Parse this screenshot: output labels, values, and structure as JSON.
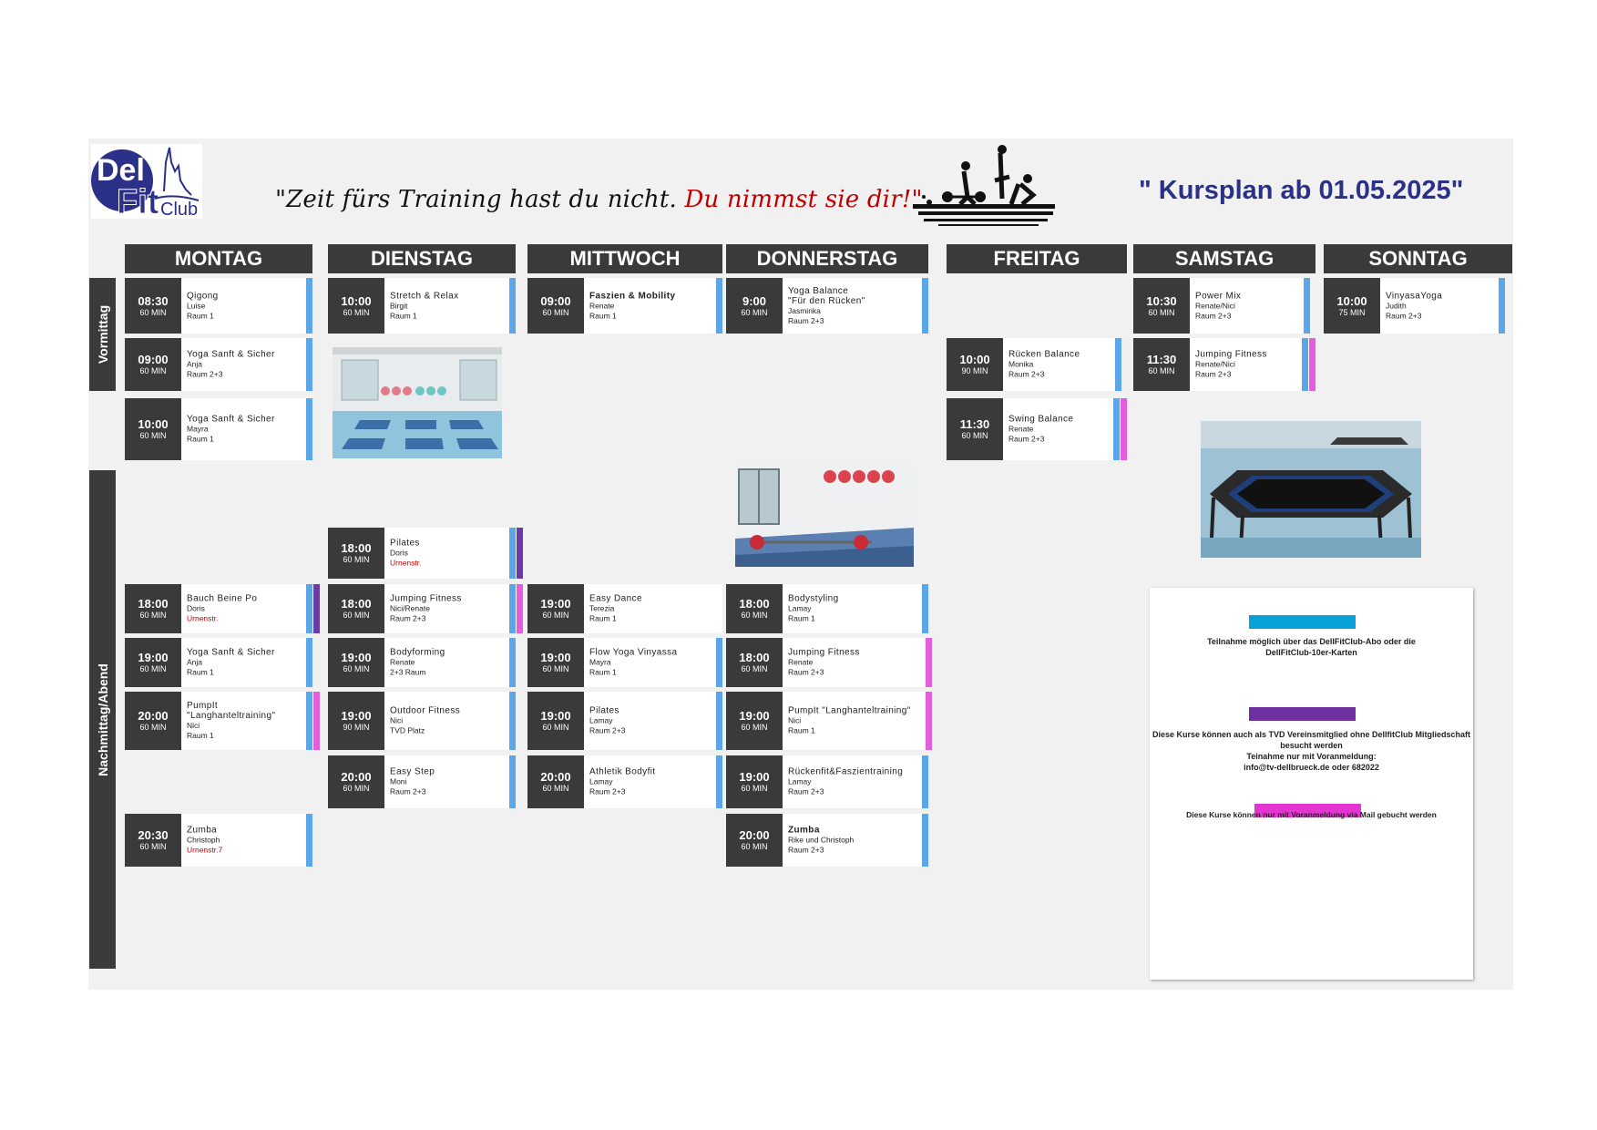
{
  "header": {
    "logo_text": "Dell Fit Club",
    "slogan_part1": "\"Zeit fürs Training hast du nicht. ",
    "slogan_part2": "Du nimmst sie dir!\"",
    "title": "\" Kursplan ab 01.05.2025\""
  },
  "days": [
    "MONTAG",
    "DIENSTAG",
    "MITTWOCH",
    "DONNERSTAG",
    "FREITAG",
    "SAMSTAG",
    "SONNTAG"
  ],
  "sections": {
    "morning": "Vormittag",
    "afternoon": "Nachmittag/Abend"
  },
  "courses": {
    "mo1": {
      "time": "08:30",
      "dur": "60 MIN",
      "name": "Qigong",
      "trainer": "Luise",
      "room": " Raum 1"
    },
    "mo2": {
      "time": "09:00",
      "dur": "60 MIN",
      "name": "Yoga Sanft & Sicher",
      "trainer": "Anja",
      "room": "Raum 2+3"
    },
    "mo3": {
      "time": "10:00",
      "dur": "60 MIN",
      "name": "Yoga Sanft & Sicher",
      "trainer": "Mayra",
      "room": "Raum 1"
    },
    "mo4": {
      "time": "18:00",
      "dur": "60 MIN",
      "name": "Bauch Beine Po",
      "trainer": "Doris",
      "room": "Urnenstr."
    },
    "mo5": {
      "time": "19:00",
      "dur": "60 MIN",
      "name": "Yoga Sanft & Sicher",
      "trainer": "Anja",
      "room": "Raum 1"
    },
    "mo6": {
      "time": "20:00",
      "dur": "60 MIN",
      "name": "PumpIt",
      "name2": "\"Langhanteltraining\"",
      "trainer": "Nici",
      "room": "Raum 1"
    },
    "mo7": {
      "time": "20:30",
      "dur": "60 MIN",
      "name": "Zumba",
      "trainer": "Christoph",
      "room": "Urnenstr.7"
    },
    "di1": {
      "time": "10:00",
      "dur": "60 MIN",
      "name": "Stretch & Relax",
      "trainer": "Birgit",
      "room": "Raum 1"
    },
    "di2": {
      "time": "18:00",
      "dur": "60 MIN",
      "name": "Pilates",
      "trainer": "Doris",
      "room": "Urnenstr."
    },
    "di3": {
      "time": "18:00",
      "dur": "60 MIN",
      "name": "Jumping Fitness",
      "trainer": "Nici/Renate",
      "room": " Raum 2+3"
    },
    "di4": {
      "time": "19:00",
      "dur": "60 MIN",
      "name": "Bodyforming",
      "trainer": "Renate",
      "room": " 2+3 Raum"
    },
    "di5": {
      "time": "19:00",
      "dur": "90 MIN",
      "name": "Outdoor Fitness",
      "trainer": "Nici",
      "room": "TVD Platz"
    },
    "di6": {
      "time": "20:00",
      "dur": "60 MIN",
      "name": "Easy Step",
      "trainer": "Moni",
      "room": "Raum 2+3"
    },
    "mi1": {
      "time": "09:00",
      "dur": "60 MIN",
      "name": "Faszien & Mobility",
      "trainer": "Renate",
      "room": "Raum 1"
    },
    "mi2": {
      "time": "19:00",
      "dur": "60 MIN",
      "name": "Easy Dance",
      "trainer": "Terezia",
      "room": "Raum 1"
    },
    "mi3": {
      "time": "19:00",
      "dur": "60 MIN",
      "name": "Flow Yoga Vinyassa",
      "trainer": "Mayra",
      "room": "Raum 1"
    },
    "mi4": {
      "time": "19:00",
      "dur": "60 MIN",
      "name": "Pilates",
      "trainer": "Lamay",
      "room": "Raum 2+3"
    },
    "mi5": {
      "time": "20:00",
      "dur": "60 MIN",
      "name": "Athletik Bodyfit",
      "trainer": "Lamay",
      "room": "Raum 2+3"
    },
    "do1": {
      "time": "9:00",
      "dur": "60 MIN",
      "name": "Yoga Balance",
      "name2": "\"Für den Rücken\"",
      "trainer": "Jasminka",
      "room": "Raum 2+3"
    },
    "do2": {
      "time": "18:00",
      "dur": "60 MIN",
      "name": "Bodystyling",
      "trainer": "Lamay",
      "room": "Raum 1"
    },
    "do3": {
      "time": "18:00",
      "dur": "60 MIN",
      "name": "Jumping Fitness",
      "trainer": "Renate",
      "room": "Raum 2+3"
    },
    "do4": {
      "time": "19:00",
      "dur": "60 MIN",
      "name": "PumpIt \"Langhanteltraining\"",
      "trainer": "Nici",
      "room": "Raum 1"
    },
    "do5": {
      "time": "19:00",
      "dur": "60 MIN",
      "name": "Rückenfit&Faszientraining",
      "trainer": "Lamay",
      "room": "Raum 2+3"
    },
    "do6": {
      "time": "20:00",
      "dur": "60 MIN",
      "name": "Zumba",
      "trainer": "Rike und Christoph",
      "room": "Raum 2+3"
    },
    "fr1": {
      "time": "10:00",
      "dur": "90 MIN",
      "name": "Rücken Balance",
      "trainer": "Monika",
      "room": "Raum 2+3"
    },
    "fr2": {
      "time": "11:30",
      "dur": "60 MIN",
      "name": "Swing Balance",
      "trainer": "Renate",
      "room": "Raum 2+3"
    },
    "sa1": {
      "time": "10:30",
      "dur": "60 MIN",
      "name": "Power Mix",
      "trainer": "Renate/Nici",
      "room": "Raum 2+3"
    },
    "sa2": {
      "time": "11:30",
      "dur": "60 MIN",
      "name": "Jumping Fitness",
      "trainer": "Renate/Nici",
      "room": "Raum 2+3"
    },
    "so1": {
      "time": "10:00",
      "dur": "75 MIN",
      "name": "VinyasaYoga",
      "trainer": "Judith",
      "room": "Raum 2+3"
    }
  },
  "legend": {
    "blue_text1": "Teilnahme möglich über das DellFitClub-Abo oder die",
    "blue_text2": "DellFitClub-10er-Karten",
    "purple_text1": "Diese Kurse können auch als TVD Vereinsmitglied ohne DellfitClub Mitgliedschaft",
    "purple_text2": "besucht werden",
    "purple_text3": "Teinahme nur mit Voranmeldung:",
    "purple_text4": "info@tv-dellbrueck.de oder 682022",
    "pink_text": "Diese Kurse können nur mit Voranmeldung via Mail gebucht werden",
    "colors": {
      "blue": "#0aa0d8",
      "purple": "#7030a0",
      "pink": "#e535d0"
    }
  },
  "colors": {
    "header_bg": "#3a3a3a",
    "title_blue": "#2b3088",
    "accent_red": "#c00000",
    "bar_blue": "#5aa6e8",
    "bar_pink": "#e35ddd",
    "bar_purple": "#6a3aa6"
  }
}
